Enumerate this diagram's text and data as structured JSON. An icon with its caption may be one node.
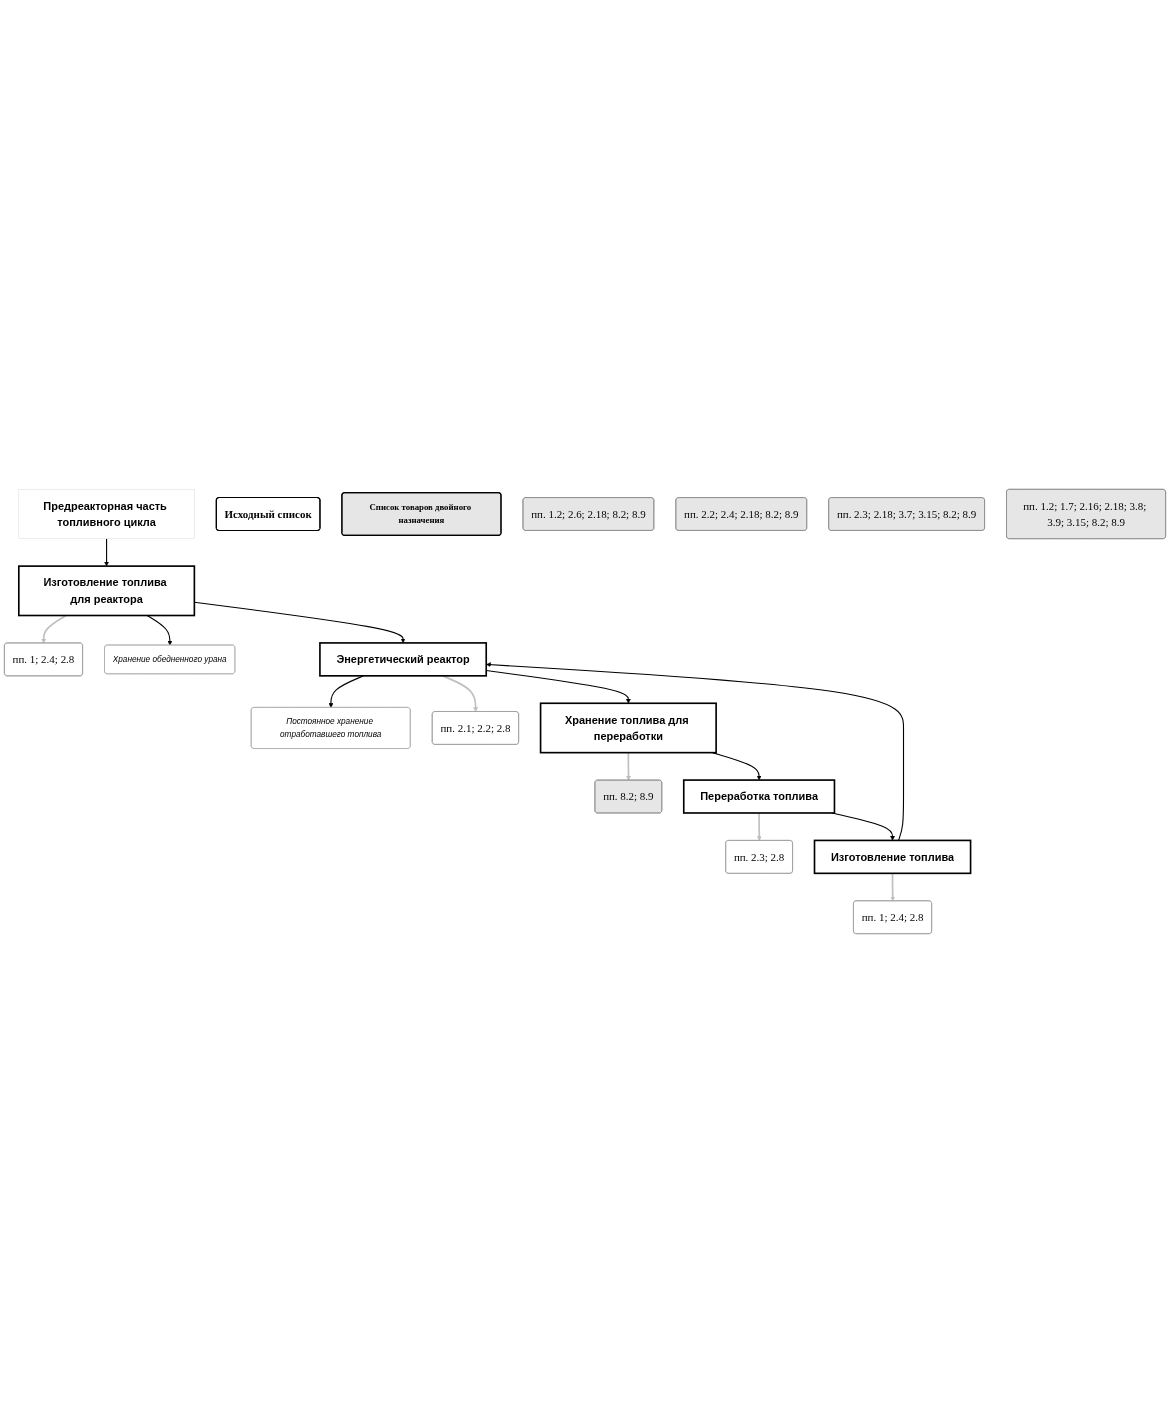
{
  "diagram": {
    "nodes": [
      {
        "text": [
          "Предреакторная часть топливного цикла"
        ]
      },
      {
        "text": [
          "Исходный список"
        ]
      },
      {
        "text": [
          "Список товаров двойного назначения"
        ]
      },
      {
        "text": [
          "Изготовление топлива для реактора"
        ]
      },
      {
        "text": [
          "пп. 1; 2.4; 2.8"
        ]
      },
      {
        "text": [
          "пп. 1.2; 2.6; 2.18; 8.2; 8.9"
        ]
      },
      {
        "text": [
          "Хранение обедненного урана"
        ]
      },
      {
        "text": [
          "Постоянное хранение отработавшего топлива"
        ]
      },
      {
        "text": [
          "Энергетический реактор"
        ]
      },
      {
        "text": [
          "пп. 2.1; 2.2; 2.8"
        ]
      },
      {
        "text": [
          "пп. 2.2; 2.4; 2.18; 8.2; 8.9"
        ]
      },
      {
        "text": [
          "Хранение топлива для переработки"
        ]
      },
      {
        "text": [
          "пп. 8.2; 8.9"
        ]
      },
      {
        "text": [
          "Переработка топлива"
        ]
      },
      {
        "text": [
          "пп. 2.3; 2.8"
        ]
      },
      {
        "text": [
          "пп. 2.3; 2.18; 3.7; 3.15; 8.2; 8.9"
        ]
      },
      {
        "text": [
          "Изготовление топлива"
        ]
      },
      {
        "text": [
          "пп. 1; 2.4; 2.8"
        ]
      },
      {
        "text": [
          "пп. 1.2; 1.7; 2.16; 2.18; 3.8; 3.9; 3.15; 8.2; 8.9"
        ]
      }
    ],
    "edges": [
      {
        "from": 0,
        "to": 3,
        "arrow": "to"
      },
      {
        "from": 3,
        "to": 6,
        "arrow": "to"
      },
      {
        "from": 3,
        "to": 8,
        "arrow": "to"
      },
      {
        "from": 8,
        "to": 7,
        "arrow": "to"
      },
      {
        "from": 8,
        "to": 11,
        "arrow": "to"
      },
      {
        "from": 11,
        "to": 13,
        "arrow": "to"
      },
      {
        "from": 13,
        "to": 16,
        "arrow": "to"
      },
      {
        "from": 16,
        "to": 8,
        "arrow": "to"
      },
      {
        "from": 3,
        "to": 4,
        "arrow": "to",
        "color": "#bfbfbf"
      },
      {
        "from": 8,
        "to": 9,
        "arrow": "to",
        "color": "#bfbfbf"
      },
      {
        "from": 11,
        "to": 12,
        "arrow": "to",
        "color": "#bfbfbf"
      },
      {
        "from": 13,
        "to": 14,
        "arrow": "to",
        "color": "#bfbfbf"
      },
      {
        "from": 16,
        "to": 17,
        "arrow": "to",
        "color": "#bfbfbf"
      }
    ]
  }
}
